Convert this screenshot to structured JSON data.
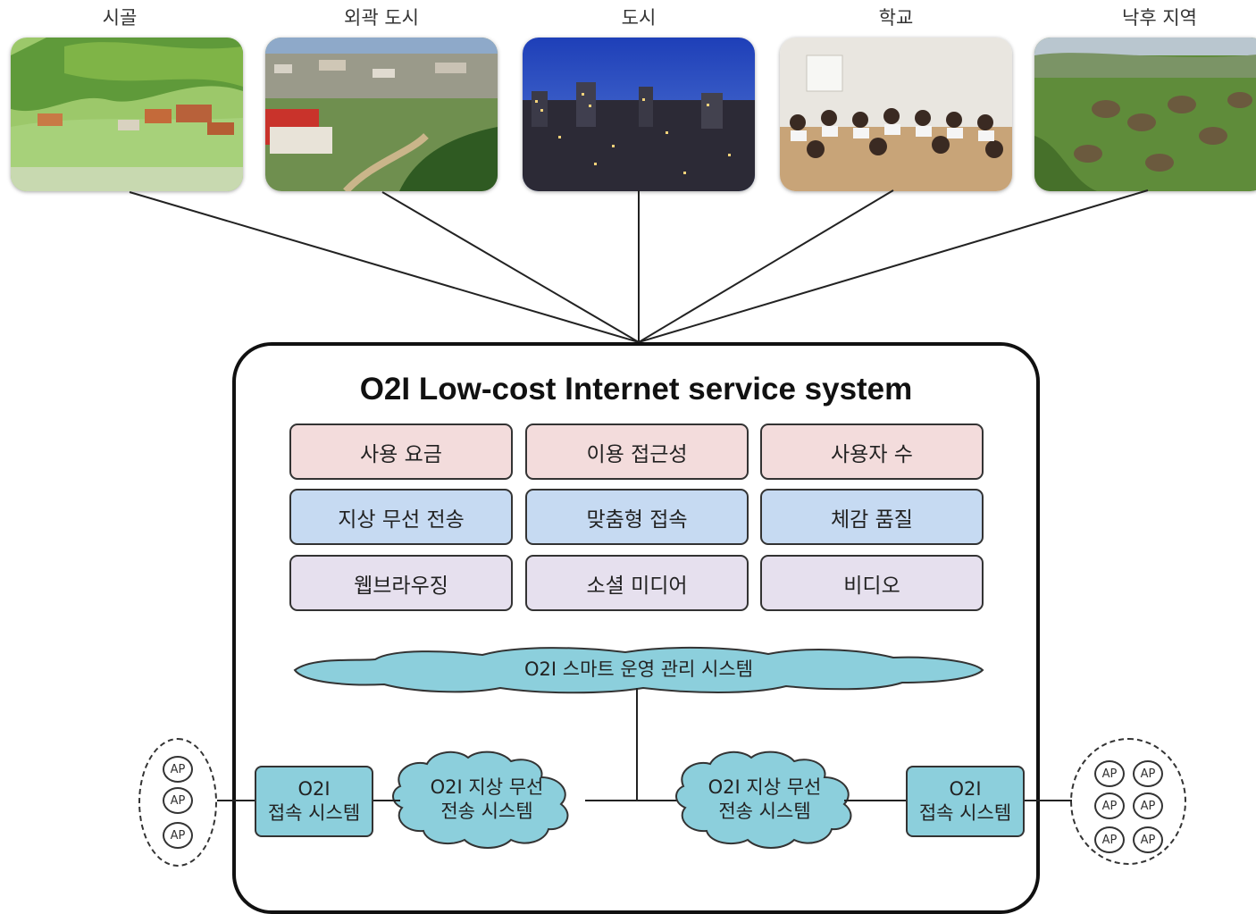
{
  "places": [
    {
      "id": "rural",
      "label": "시골"
    },
    {
      "id": "suburb",
      "label": "외곽 도시"
    },
    {
      "id": "city",
      "label": "도시"
    },
    {
      "id": "school",
      "label": "학교"
    },
    {
      "id": "underdeveloped",
      "label": "낙후 지역"
    }
  ],
  "system": {
    "title": "O2I Low-cost Internet service system",
    "grid": [
      [
        "사용 요금",
        "이용 접근성",
        "사용자 수"
      ],
      [
        "지상 무선 전송",
        "맞춤형 접속",
        "체감 품질"
      ],
      [
        "웹브라우징",
        "소셜 미디어",
        "비디오"
      ]
    ],
    "management_cloud": "O2I 스마트 운영 관리 시스템",
    "left_access": {
      "line1": "O2I",
      "line2": "접속 시스템"
    },
    "left_wireless": {
      "line1": "O2I 지상 무선",
      "line2": "전송 시스템"
    },
    "right_wireless": {
      "line1": "O2I 지상 무선",
      "line2": "전송 시스템"
    },
    "right_access": {
      "line1": "O2I",
      "line2": "접속 시스템"
    }
  },
  "ap_label": "AP",
  "colors": {
    "row1": "#f3dcdc",
    "row2": "#c6daf2",
    "row3": "#e6e0ee",
    "cloud": "#8ccfdc",
    "access_box": "#8ccfdc"
  }
}
